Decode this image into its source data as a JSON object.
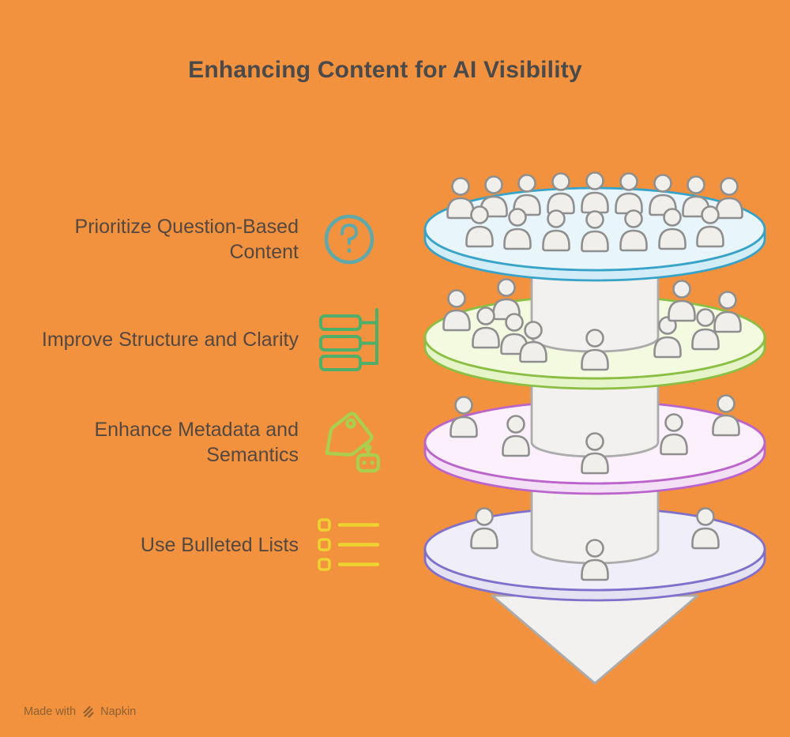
{
  "title": "Enhancing Content for AI Visibility",
  "items": [
    {
      "label": "Prioritize Question-Based Content",
      "icon": "question-circle"
    },
    {
      "label": "Improve Structure and Clarity",
      "icon": "outline-structure"
    },
    {
      "label": "Enhance Metadata and Semantics",
      "icon": "ai-tag"
    },
    {
      "label": "Use Bulleted Lists",
      "icon": "bulleted-list"
    }
  ],
  "icon_colors": {
    "question": "#5fa9ab",
    "structure": "#4fae68",
    "tag": "#accd4f",
    "bullets": "#ecd32f"
  },
  "funnel": {
    "layers": [
      {
        "name": "audience-layer-1",
        "people": 16,
        "top_fill": "#e8f6fc",
        "side_fill": "#d2ecf8",
        "stroke": "#38a3c8"
      },
      {
        "name": "audience-layer-2",
        "people": 10,
        "top_fill": "#f3fae0",
        "side_fill": "#e6f4c9",
        "stroke": "#8abf44"
      },
      {
        "name": "audience-layer-3",
        "people": 5,
        "top_fill": "#fbf0fc",
        "side_fill": "#f3e0f6",
        "stroke": "#bb64cc"
      },
      {
        "name": "audience-layer-4",
        "people": 3,
        "top_fill": "#efeef9",
        "side_fill": "#e4e2f3",
        "stroke": "#8070cc"
      }
    ],
    "shaft_fill": "#f3f1ef",
    "shaft_stroke": "#ababab",
    "person_fill": "#f1efec",
    "person_stroke": "#8f8f8f"
  },
  "footer": {
    "made_with": "Made with",
    "brand": "Napkin"
  },
  "colors": {
    "background": "#f2913e",
    "title_text": "#4a4a4a",
    "label_text": "#544840",
    "footer_text": "#8d6133"
  }
}
